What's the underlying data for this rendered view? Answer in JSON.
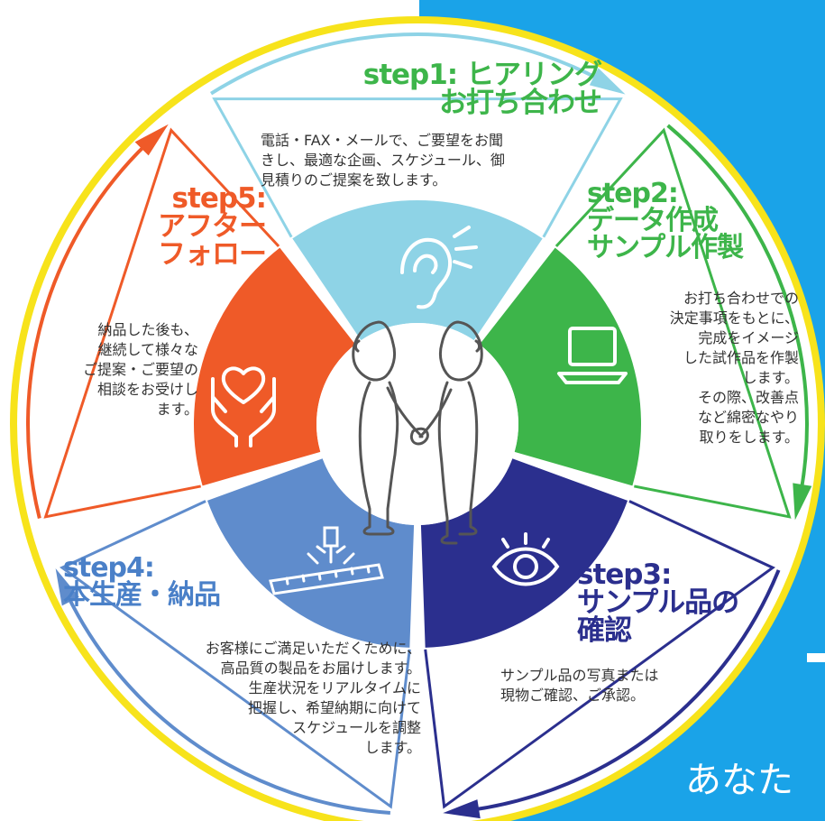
{
  "colors": {
    "background_blue": "#1aa3e8",
    "rim_yellow": "#f7e31b",
    "step1": "#8ed3e6",
    "step2": "#3db54a",
    "step3": "#2b2f8e",
    "step4": "#5f8ccc",
    "step5": "#ef5a28",
    "title1": "#3db54a",
    "title2": "#3db54a",
    "title3": "#2b2f8e",
    "title4": "#4a80c8",
    "title5": "#ef5a28"
  },
  "steps": [
    {
      "id": "step1",
      "title": "step1: ヒアリング\nお打ち合わせ",
      "body": "電話・FAX・メールで、ご要望をお聞\nきし、最適な企画、スケジュール、御\n見積りのご提案を致します。",
      "icon": "ear-icon"
    },
    {
      "id": "step2",
      "title": "step2:\nデータ作成\nサンプル作製",
      "body": "お打ち合わせでの\n決定事項をもとに、\n完成をイメージ\nした試作品を作製\nします。\nその際、改善点\nなど綿密なやり\n取りをします。",
      "icon": "laptop-icon"
    },
    {
      "id": "step3",
      "title": "step3:\nサンプル品の\n確認",
      "body": "サンプル品の写真または\n現物ご確認、ご承認。",
      "icon": "eye-icon"
    },
    {
      "id": "step4",
      "title": "step4:\n本生産・納品",
      "body": "お客様にご満足いただくために、\n高品質の製品をお届けします。\n生産状況をリアルタイムに\n把握し、希望納期に向けて\nスケジュールを調整\nします。",
      "icon": "laser-cutting-icon"
    },
    {
      "id": "step5",
      "title": "step5:\nアフター\nフォロー",
      "body": "納品した後も、\n継続して様々な\nご提案・ご要望の\n相談をお受けし\nます。",
      "icon": "hands-heart-icon"
    }
  ],
  "center_icon": "handshake-figures-icon",
  "caption": "あなた"
}
